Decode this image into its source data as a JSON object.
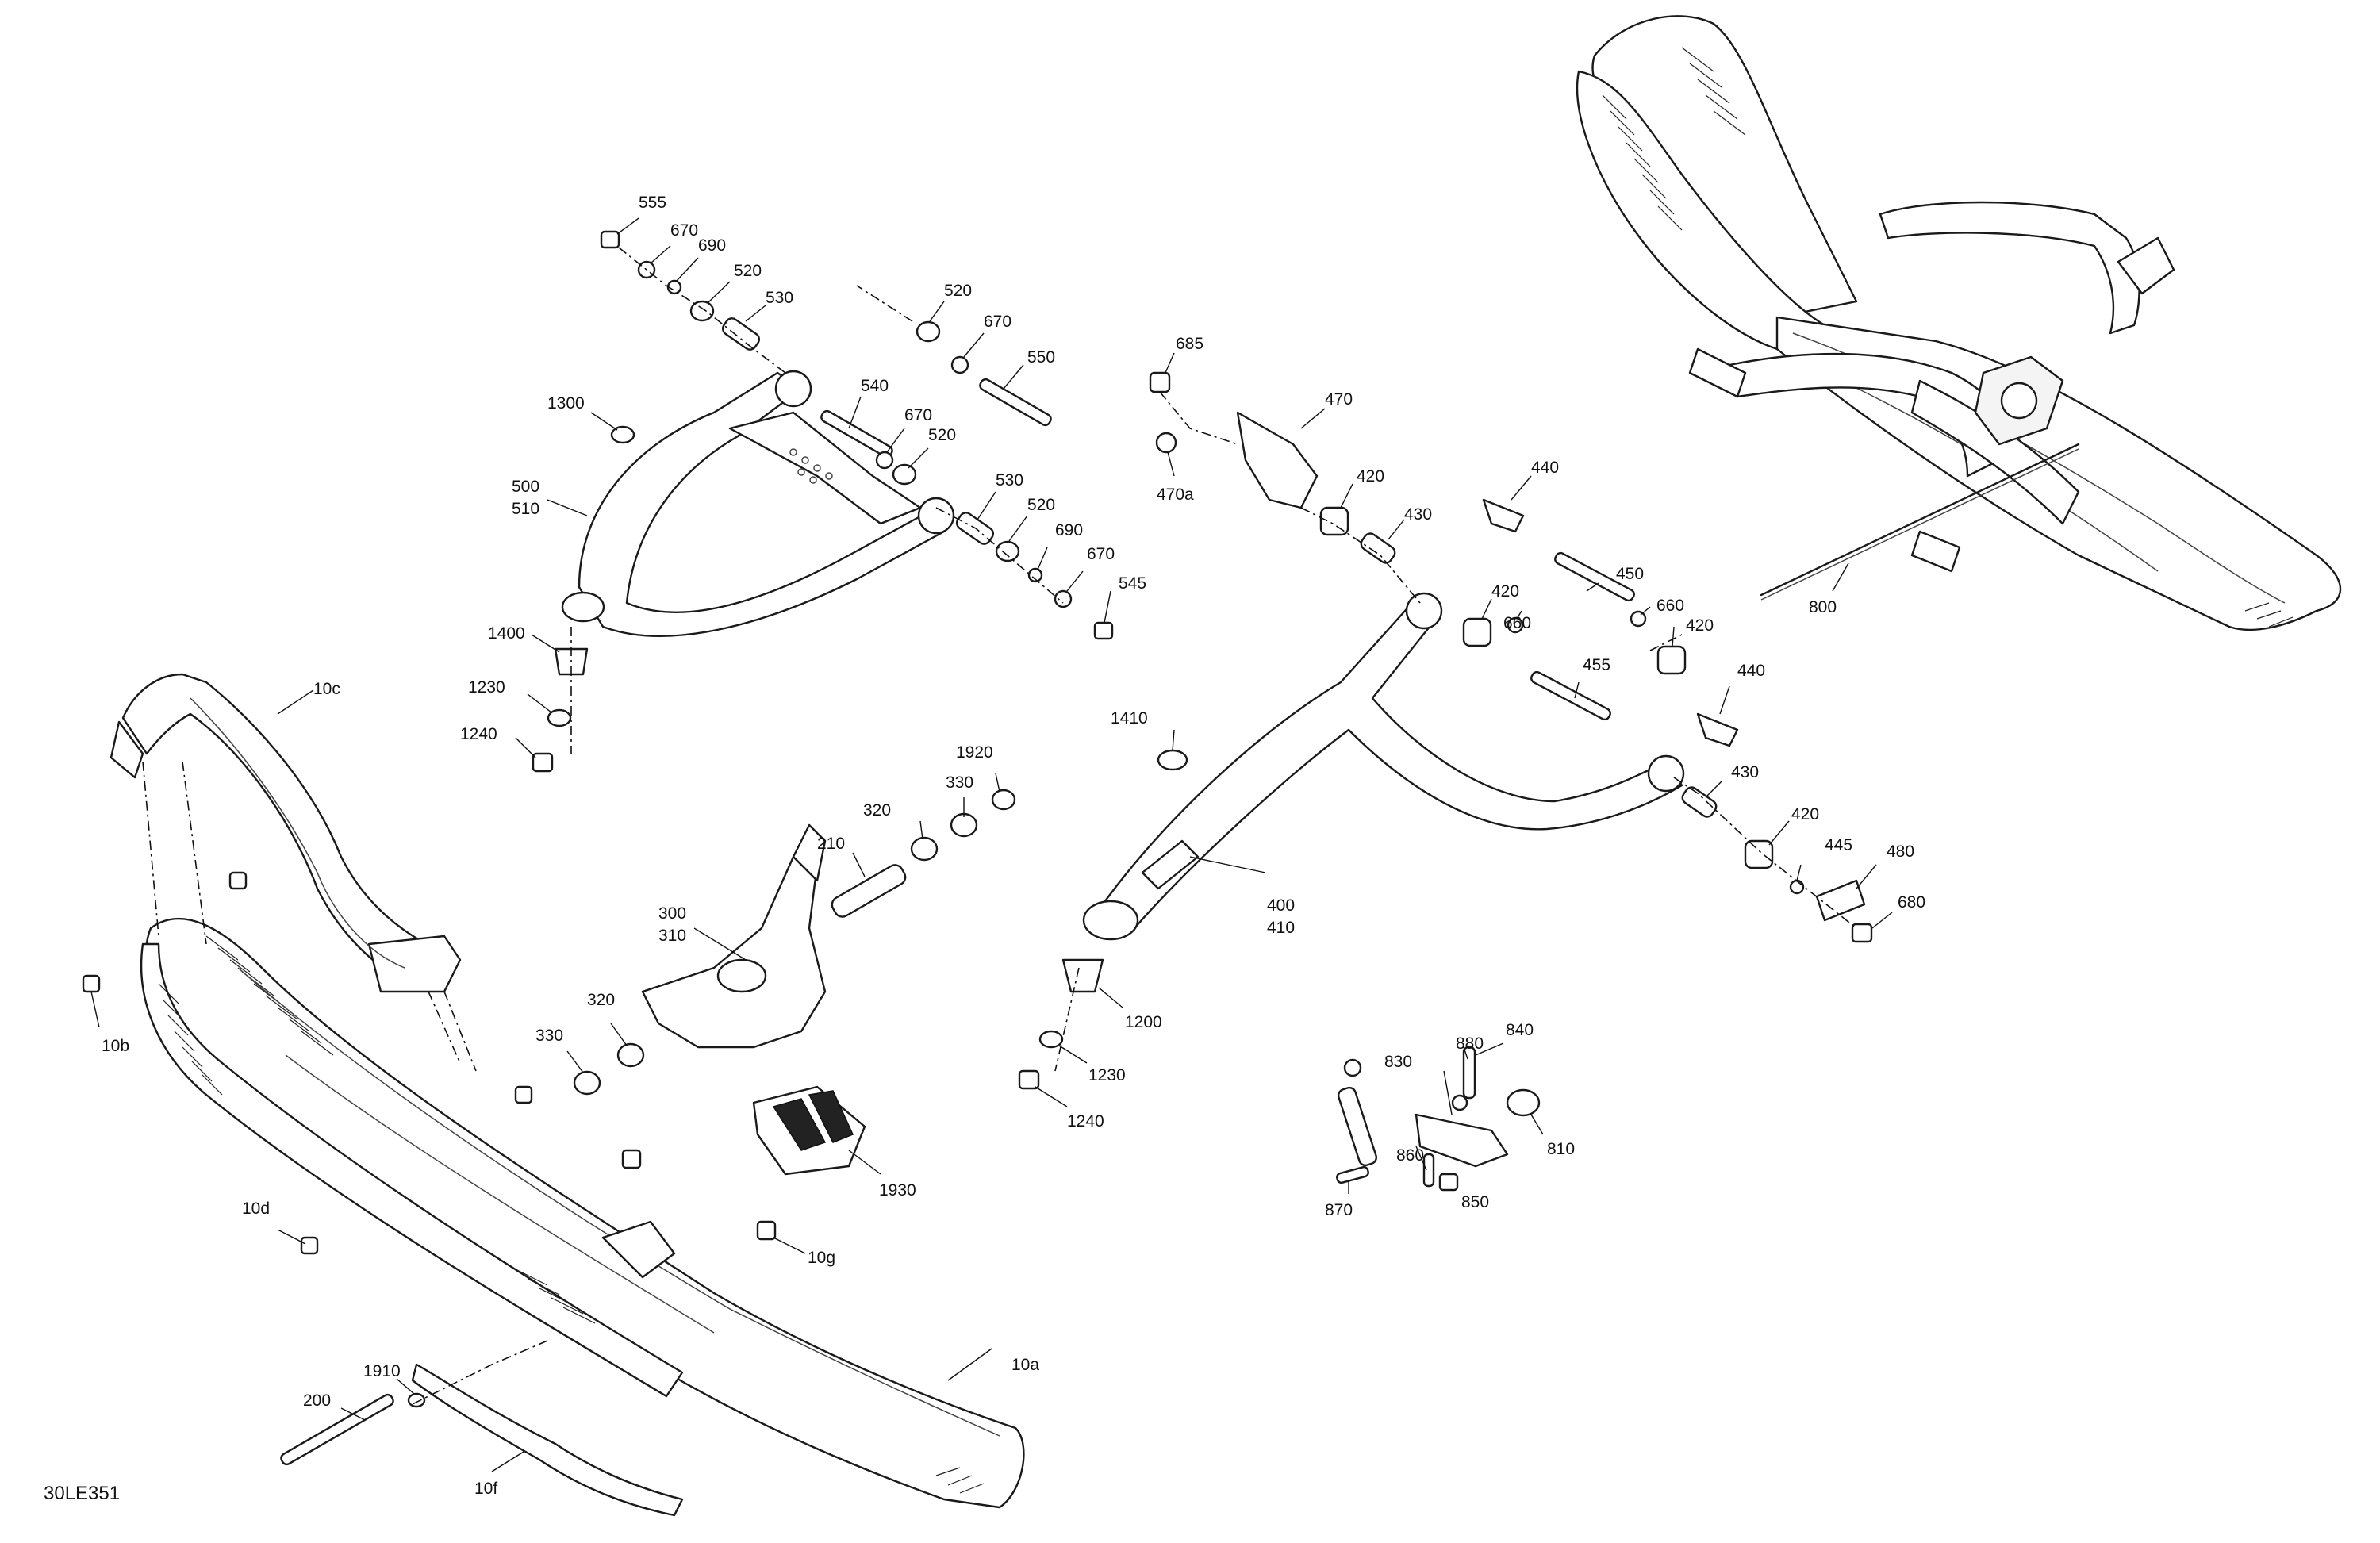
{
  "diagram": {
    "reference_code": "30LE351",
    "callouts": [
      {
        "id": "c555",
        "label": "555"
      },
      {
        "id": "c670a",
        "label": "670"
      },
      {
        "id": "c690a",
        "label": "690"
      },
      {
        "id": "c520a",
        "label": "520"
      },
      {
        "id": "c530a",
        "label": "530"
      },
      {
        "id": "c520b",
        "label": "520"
      },
      {
        "id": "c670b",
        "label": "670"
      },
      {
        "id": "c550",
        "label": "550"
      },
      {
        "id": "c540",
        "label": "540"
      },
      {
        "id": "c670c",
        "label": "670"
      },
      {
        "id": "c520c",
        "label": "520"
      },
      {
        "id": "c530b",
        "label": "530"
      },
      {
        "id": "c520d",
        "label": "520"
      },
      {
        "id": "c690b",
        "label": "690"
      },
      {
        "id": "c670d",
        "label": "670"
      },
      {
        "id": "c545",
        "label": "545"
      },
      {
        "id": "c1300",
        "label": "1300"
      },
      {
        "id": "c500",
        "label": "500"
      },
      {
        "id": "c510",
        "label": "510"
      },
      {
        "id": "c1400",
        "label": "1400"
      },
      {
        "id": "c1230a",
        "label": "1230"
      },
      {
        "id": "c1240a",
        "label": "1240"
      },
      {
        "id": "c10c",
        "label": "10c"
      },
      {
        "id": "c10b",
        "label": "10b"
      },
      {
        "id": "c10d",
        "label": "10d"
      },
      {
        "id": "c10g",
        "label": "10g"
      },
      {
        "id": "c10a",
        "label": "10a"
      },
      {
        "id": "c10f",
        "label": "10f"
      },
      {
        "id": "c1910",
        "label": "1910"
      },
      {
        "id": "c200",
        "label": "200"
      },
      {
        "id": "c1920",
        "label": "1920"
      },
      {
        "id": "c330a",
        "label": "330"
      },
      {
        "id": "c320a",
        "label": "320"
      },
      {
        "id": "c210",
        "label": "210"
      },
      {
        "id": "c300",
        "label": "300"
      },
      {
        "id": "c310",
        "label": "310"
      },
      {
        "id": "c320b",
        "label": "320"
      },
      {
        "id": "c330b",
        "label": "330"
      },
      {
        "id": "c1930",
        "label": "1930"
      },
      {
        "id": "c685",
        "label": "685"
      },
      {
        "id": "c470",
        "label": "470"
      },
      {
        "id": "c470a",
        "label": "470a"
      },
      {
        "id": "c420a",
        "label": "420"
      },
      {
        "id": "c430a",
        "label": "430"
      },
      {
        "id": "c440a",
        "label": "440"
      },
      {
        "id": "c420b",
        "label": "420"
      },
      {
        "id": "c450",
        "label": "450"
      },
      {
        "id": "c660a",
        "label": "660"
      },
      {
        "id": "c660b",
        "label": "660"
      },
      {
        "id": "c420c",
        "label": "420"
      },
      {
        "id": "c455",
        "label": "455"
      },
      {
        "id": "c1410",
        "label": "1410"
      },
      {
        "id": "c440b",
        "label": "440"
      },
      {
        "id": "c430b",
        "label": "430"
      },
      {
        "id": "c420d",
        "label": "420"
      },
      {
        "id": "c445",
        "label": "445"
      },
      {
        "id": "c480",
        "label": "480"
      },
      {
        "id": "c680",
        "label": "680"
      },
      {
        "id": "c400",
        "label": "400"
      },
      {
        "id": "c410",
        "label": "410"
      },
      {
        "id": "c1200",
        "label": "1200"
      },
      {
        "id": "c1230b",
        "label": "1230"
      },
      {
        "id": "c1240b",
        "label": "1240"
      },
      {
        "id": "c800",
        "label": "800"
      },
      {
        "id": "c880",
        "label": "880"
      },
      {
        "id": "c840",
        "label": "840"
      },
      {
        "id": "c830",
        "label": "830"
      },
      {
        "id": "c810",
        "label": "810"
      },
      {
        "id": "c870",
        "label": "870"
      },
      {
        "id": "c860",
        "label": "860"
      },
      {
        "id": "c850",
        "label": "850"
      }
    ]
  }
}
